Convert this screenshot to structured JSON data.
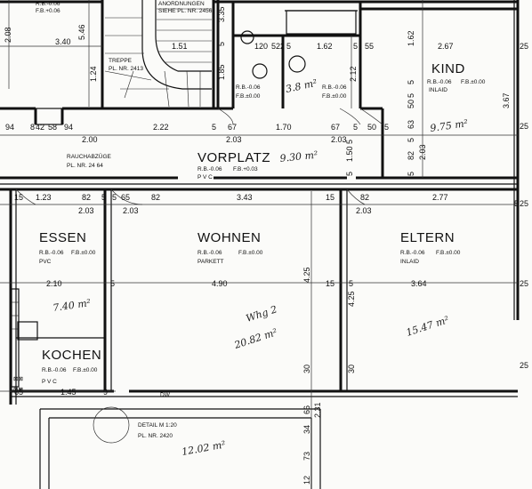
{
  "rooms": {
    "kind": {
      "name": "KIND",
      "rb": "R.B.-0.06",
      "fb": "F.B.±0.00",
      "floor": "INLAID",
      "area_hand": "9.75 m²"
    },
    "vorplatz": {
      "name": "VORPLATZ",
      "rb": "R.B.-0.06",
      "fb": "F.B.+0.03",
      "floor": "P V C",
      "area_hand": "9.30 m²"
    },
    "essen": {
      "name": "ESSEN",
      "rb": "R.B.-0.06",
      "fb": "F.B.±0.00",
      "floor": "PVC",
      "area_hand": "7.40 m²"
    },
    "wohnen": {
      "name": "WOHNEN",
      "rb": "R.B.-0.06",
      "fb": "F.B.±0.00",
      "floor": "PARKETT",
      "area_hand": "20.82 m²",
      "hand_label": "Whg 2"
    },
    "eltern": {
      "name": "ELTERN",
      "rb": "R.B.-0.06",
      "fb": "F.B.±0.00",
      "floor": "INLAID",
      "area_hand": "15.47 m²"
    },
    "kochen": {
      "name": "KOCHEN",
      "rb": "R.B.-0.06",
      "fb": "F.B.±0.00",
      "floor": "P V C"
    },
    "bath": {
      "rb": "R.B.-0.06",
      "fb": "F.B.±0.00",
      "area_hand": "3.8 m²"
    },
    "wc": {
      "rb": "R.B.-0.06",
      "fb": "F.B.±0.00"
    },
    "balcony": {
      "area_hand": "12.02 m²"
    }
  },
  "notes": {
    "treppe": "TREPPE",
    "treppe_ref": "PL. NR. 2413",
    "rauchabzuege": "RAUCHABZÜGE",
    "rauchabzuege_ref": "PL. NR. 24 64",
    "detail": "DETAIL M 1:20",
    "detail_ref": "PL. NR. 2420",
    "anordnungen": "ANORDNUNGEN",
    "anordnungen_ref": "SIEHE PL. NR. 2456",
    "rb_top": "R.B.-0.06",
    "fb_top": "F.B.+0.06",
    "dw": "DW"
  },
  "dimensions": {
    "top": [
      "3.40",
      "5.46",
      "1.51",
      "120",
      "5",
      "22",
      "5",
      "1.62",
      "5",
      "55",
      "2.67",
      "2.08",
      "1.24",
      "1.85",
      "5",
      "1.62",
      "3.35",
      "2.12"
    ],
    "row1": [
      "94",
      "8",
      "42",
      "58",
      "94",
      "2.22",
      "5",
      "67",
      "1.70",
      "67",
      "5",
      "50",
      "5",
      "2.00",
      "2.03",
      "2.03"
    ],
    "row2": [
      "15",
      "1.23",
      "82",
      "5",
      "5",
      "65",
      "82",
      "3.43",
      "15",
      "82",
      "2.77",
      "2.03",
      "2.03",
      "2.03"
    ],
    "mid": [
      "2.10",
      "4.90",
      "3.64",
      "15",
      "4.25",
      "4.25",
      "25",
      "25",
      "25",
      "5",
      "5",
      "5"
    ],
    "bottom": [
      "65",
      "1.45",
      "9",
      "30",
      "30",
      "66",
      "2.31",
      "34",
      "73",
      "12"
    ],
    "kind_side": [
      "3.67",
      "5",
      "5",
      "63",
      "50",
      "82",
      "2.03",
      "5",
      "5",
      "25",
      "25"
    ],
    "vorplatz_side": [
      "1.50",
      "5",
      "5"
    ]
  }
}
